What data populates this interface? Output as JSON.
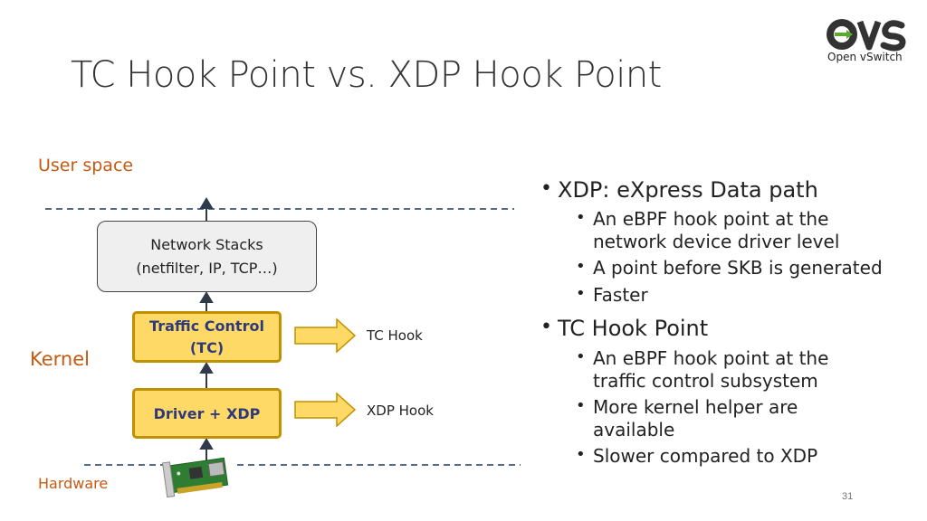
{
  "slide": {
    "title": "TC Hook Point vs. XDP Hook Point",
    "page_number": "31"
  },
  "logo": {
    "mark": "OvS",
    "name": "Open vSwitch"
  },
  "diagram": {
    "regions": {
      "user_space": "User space",
      "kernel": "Kernel",
      "hardware": "Hardware"
    },
    "network_stacks": {
      "line1": "Network Stacks",
      "line2": "(netfilter, IP, TCP…)"
    },
    "traffic_control": {
      "line1": "Traffic Control",
      "line2": "(TC)"
    },
    "driver_xdp": "Driver + XDP",
    "tc_hook": "TC Hook",
    "xdp_hook": "XDP Hook",
    "colors": {
      "region_label": "#c55a11",
      "hook_box_fill": "#ffd966",
      "hook_box_border": "#bf9000",
      "divider": "#1f3864"
    }
  },
  "bullets": [
    {
      "text": "XDP: eXpress Data path",
      "sub": [
        {
          "line1": "An eBPF hook point at the",
          "line2": "network device driver level"
        },
        {
          "line1": "A point before SKB is generated"
        },
        {
          "line1": "Faster"
        }
      ]
    },
    {
      "text": "TC Hook Point",
      "sub": [
        {
          "line1": "An eBPF hook point at the",
          "line2": "traffic control subsystem"
        },
        {
          "line1": "More kernel helper are",
          "line2": "available"
        },
        {
          "line1": "Slower compared to XDP"
        }
      ]
    }
  ]
}
